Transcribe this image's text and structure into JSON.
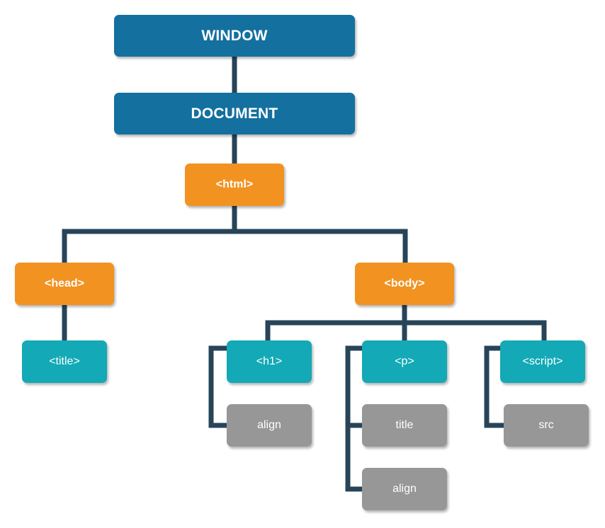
{
  "colors": {
    "root": "#13709f",
    "element": "#f29221",
    "child": "#13a9b6",
    "attribute": "#979797",
    "connector": "#274459"
  },
  "nodes": {
    "window": "WINDOW",
    "document": "DOCUMENT",
    "html": "<html>",
    "head": "<head>",
    "body": "<body>",
    "title_el": "<title>",
    "h1": "<h1>",
    "p": "<p>",
    "script": "<script>",
    "h1_align": "align",
    "p_title": "title",
    "p_align": "align",
    "script_src": "src"
  }
}
